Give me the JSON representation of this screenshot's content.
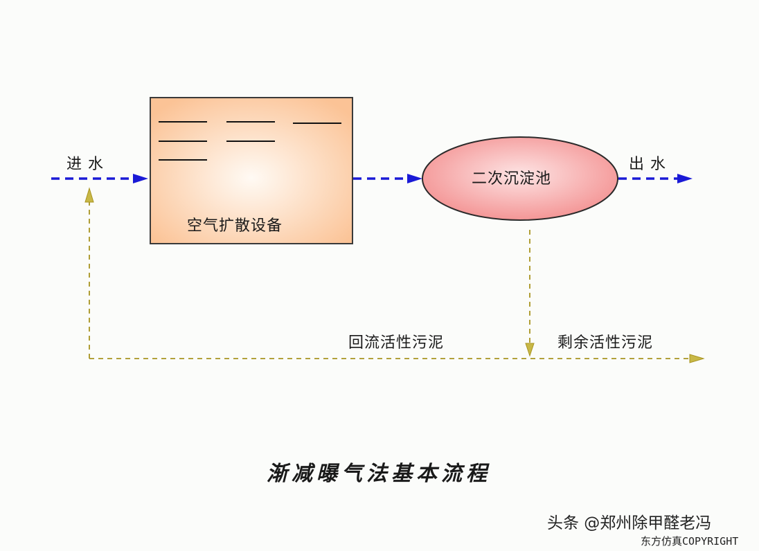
{
  "labels": {
    "inflow": "进 水",
    "outflow": "出 水",
    "aeration_tank": "空气扩散设备",
    "clarifier": "二次沉淀池",
    "return_sludge": "回流活性污泥",
    "excess_sludge": "剩余活性污泥"
  },
  "title": "渐减曝气法基本流程",
  "watermark": {
    "author": "头条 @郑州除甲醛老冯",
    "copyright": "东方仿真COPYRIGHT"
  },
  "colors": {
    "water_flow": "#1a1ad6",
    "sludge_flow": "#a89420",
    "tank_fill": "#fbc89a",
    "clarifier_fill": "#f59a9a"
  }
}
